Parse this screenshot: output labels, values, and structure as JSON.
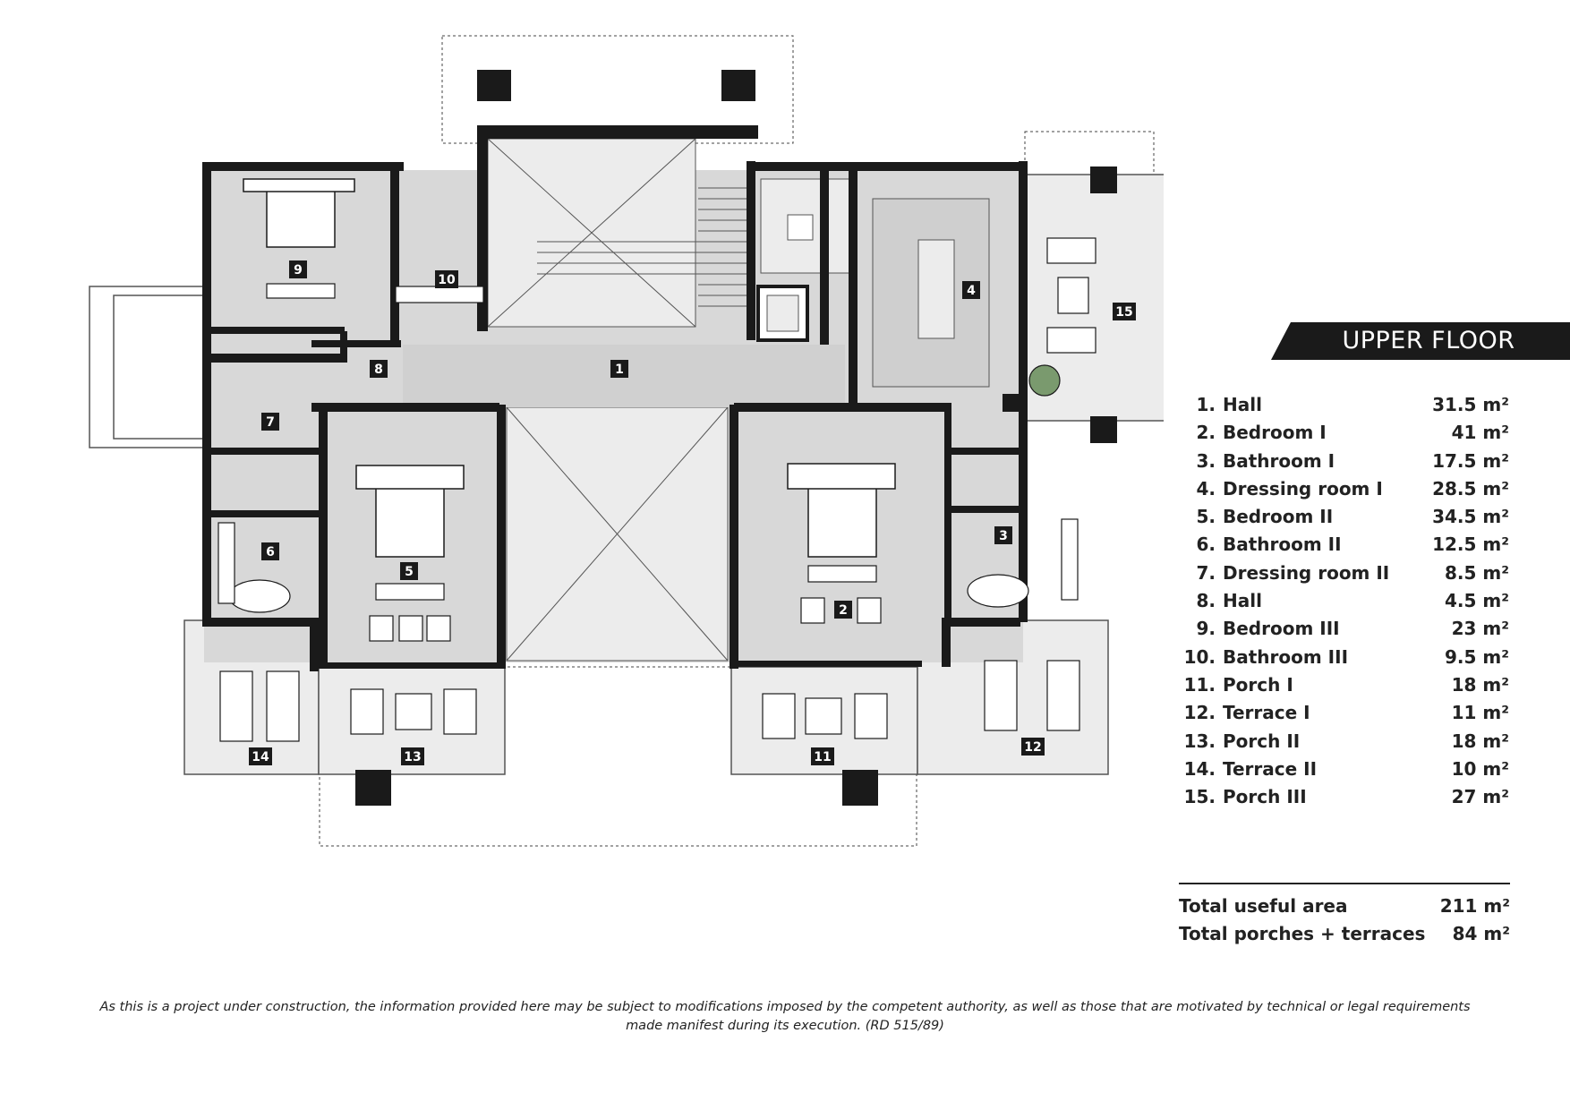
{
  "floor_title": "UPPER FLOOR",
  "room_tags": [
    "1",
    "2",
    "3",
    "4",
    "5",
    "6",
    "7",
    "8",
    "9",
    "10",
    "11",
    "12",
    "13",
    "14",
    "15"
  ],
  "rooms": [
    {
      "num": "1.",
      "name": "Hall",
      "area": "31.5 m²"
    },
    {
      "num": "2.",
      "name": "Bedroom I",
      "area": "41 m²"
    },
    {
      "num": "3.",
      "name": "Bathroom I",
      "area": "17.5 m²"
    },
    {
      "num": "4.",
      "name": "Dressing room I",
      "area": "28.5 m²"
    },
    {
      "num": "5.",
      "name": "Bedroom II",
      "area": "34.5 m²"
    },
    {
      "num": "6.",
      "name": "Bathroom II",
      "area": "12.5 m²"
    },
    {
      "num": "7.",
      "name": "Dressing room II",
      "area": "8.5 m²"
    },
    {
      "num": "8.",
      "name": "Hall",
      "area": "4.5 m²"
    },
    {
      "num": "9.",
      "name": "Bedroom III",
      "area": "23 m²"
    },
    {
      "num": "10.",
      "name": "Bathroom III",
      "area": "9.5 m²"
    },
    {
      "num": "11.",
      "name": "Porch I",
      "area": "18 m²"
    },
    {
      "num": "12.",
      "name": "Terrace I",
      "area": "11 m²"
    },
    {
      "num": "13.",
      "name": "Porch II",
      "area": "18 m²"
    },
    {
      "num": "14.",
      "name": "Terrace II",
      "area": "10 m²"
    },
    {
      "num": "15.",
      "name": "Porch III",
      "area": "27 m²"
    }
  ],
  "totals": {
    "useful_label": "Total useful area",
    "useful_value": "211 m²",
    "porches_label": "Total porches + terraces",
    "porches_value": "84 m²"
  },
  "disclaimer_line1": "As this is a project under construction, the information provided here may be subject to modifications imposed by the competent authority, as well as those that are motivated by technical or legal requirements",
  "disclaimer_line2": "made manifest during its execution. (RD 515/89)",
  "colors": {
    "wall": "#1a1a1a",
    "room_fill": "#d8d8d8",
    "light_fill": "#ececec",
    "accent": "#1a1a1a"
  }
}
